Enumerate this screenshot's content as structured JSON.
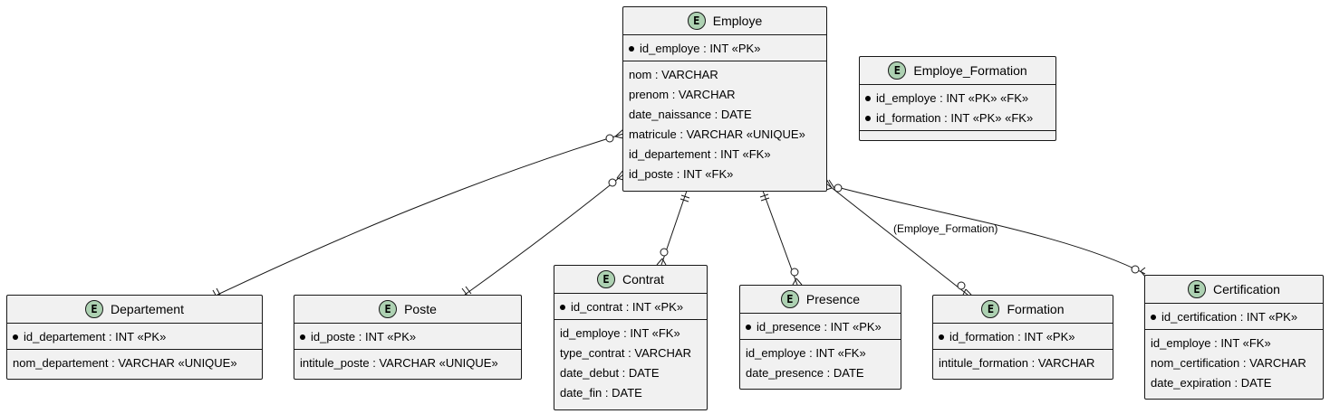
{
  "entities": {
    "employe": {
      "name": "Employe",
      "keys": [
        "id_employe : INT «PK»"
      ],
      "attrs": [
        "nom : VARCHAR",
        "prenom : VARCHAR",
        "date_naissance : DATE",
        "matricule : VARCHAR «UNIQUE»",
        "id_departement : INT «FK»",
        "id_poste : INT «FK»"
      ]
    },
    "employe_formation": {
      "name": "Employe_Formation",
      "keys": [
        "id_employe : INT «PK» «FK»",
        "id_formation : INT «PK» «FK»"
      ],
      "attrs": []
    },
    "departement": {
      "name": "Departement",
      "keys": [
        "id_departement : INT «PK»"
      ],
      "attrs": [
        "nom_departement : VARCHAR «UNIQUE»"
      ]
    },
    "poste": {
      "name": "Poste",
      "keys": [
        "id_poste : INT «PK»"
      ],
      "attrs": [
        "intitule_poste : VARCHAR «UNIQUE»"
      ]
    },
    "contrat": {
      "name": "Contrat",
      "keys": [
        "id_contrat : INT «PK»"
      ],
      "attrs": [
        "id_employe : INT «FK»",
        "type_contrat : VARCHAR",
        "date_debut : DATE",
        "date_fin : DATE"
      ]
    },
    "presence": {
      "name": "Presence",
      "keys": [
        "id_presence : INT «PK»"
      ],
      "attrs": [
        "id_employe : INT «FK»",
        "date_presence : DATE"
      ]
    },
    "formation": {
      "name": "Formation",
      "keys": [
        "id_formation : INT «PK»"
      ],
      "attrs": [
        "intitule_formation : VARCHAR"
      ]
    },
    "certification": {
      "name": "Certification",
      "keys": [
        "id_certification : INT «PK»"
      ],
      "attrs": [
        "id_employe : INT «FK»",
        "nom_certification : VARCHAR",
        "date_expiration : DATE"
      ]
    }
  },
  "entity_badge": "E",
  "edge_label": "(Employe_Formation)",
  "colors": {
    "entity_fill": "#f1f1f1",
    "badge_fill": "#add1b2",
    "line": "#181818"
  }
}
